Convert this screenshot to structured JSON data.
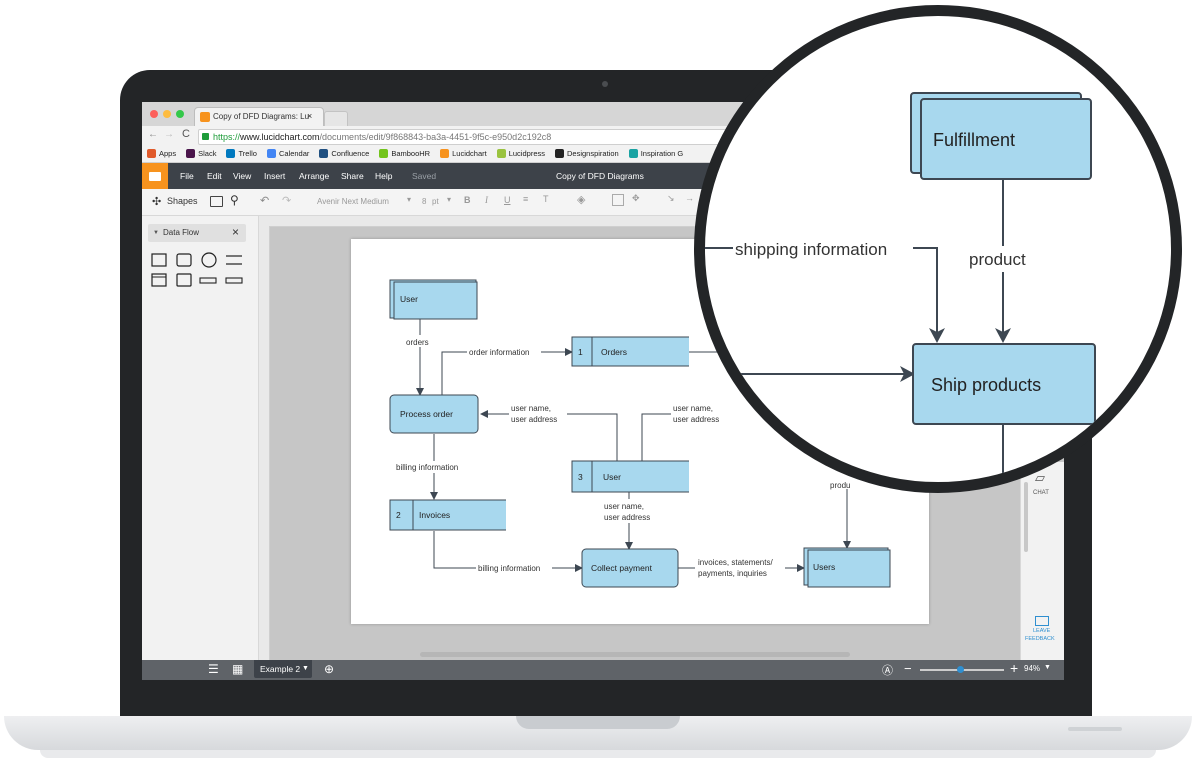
{
  "browser": {
    "tab_title": "Copy of DFD Diagrams: Lu",
    "tab_close": "×",
    "url_https": "https://",
    "url_domain": "www.lucidchart.com",
    "url_path": "/documents/edit/9f868843-ba3a-4451-9f5c-e950d2c192c8",
    "bookmarks": [
      {
        "label": "Apps",
        "color": "#e05a2b"
      },
      {
        "label": "Slack",
        "color": "#4a154b"
      },
      {
        "label": "Trello",
        "color": "#0079bf"
      },
      {
        "label": "Calendar",
        "color": "#4285f4"
      },
      {
        "label": "Confluence",
        "color": "#205081"
      },
      {
        "label": "BambooHR",
        "color": "#73c41d"
      },
      {
        "label": "Lucidchart",
        "color": "#f7931e"
      },
      {
        "label": "Lucidpress",
        "color": "#9ac33f"
      },
      {
        "label": "Designspiration",
        "color": "#222222"
      },
      {
        "label": "Inspiration G",
        "color": "#1aa3a3"
      }
    ]
  },
  "menu": {
    "items": [
      "File",
      "Edit",
      "View",
      "Insert",
      "Arrange",
      "Share",
      "Help"
    ],
    "saved": "Saved",
    "doc_title": "Copy of DFD Diagrams"
  },
  "toolbar": {
    "shapes_label": "Shapes",
    "font_name": "Avenir Next Medium",
    "font_size": "8",
    "font_unit": "pt",
    "bold": "B",
    "italic": "I",
    "underline": "U"
  },
  "shapes_panel": {
    "title": "Data Flow",
    "close": "×"
  },
  "diagram": {
    "nodes": {
      "user": "User",
      "process_order": "Process order",
      "orders_num": "1",
      "orders": "Orders",
      "user_store_num": "3",
      "user_store": "User",
      "invoices_num": "2",
      "invoices": "Invoices",
      "collect_payment": "Collect payment",
      "users": "Users"
    },
    "flows": {
      "orders": "orders",
      "order_information": "order information",
      "user_name_1a": "user name,",
      "user_address_1b": "user address",
      "user_name_2a": "user name,",
      "user_address_2b": "user address",
      "billing_information_1": "billing information",
      "user_name_3a": "user name,",
      "user_address_3b": "user address",
      "billing_information_2": "billing information",
      "invoices_a": "invoices, statements/",
      "invoices_b": "payments, inquiries",
      "product_partial": "produ"
    }
  },
  "right_panel": {
    "chat": "CHAT",
    "feedback_1": "LEAVE",
    "feedback_2": "FEEDBACK"
  },
  "bottom_bar": {
    "page_tab": "Example 2",
    "zoom": "94%",
    "minus": "−",
    "plus": "+"
  },
  "magnifier": {
    "fulfillment": "Fulfillment",
    "shipping_information": "shipping information",
    "product": "product",
    "ship_products": "Ship products"
  },
  "colors": {
    "node_fill": "#a8d8ee",
    "node_stroke": "#3d4752",
    "menubar": "#3d4249",
    "brand_orange": "#f7931e"
  }
}
